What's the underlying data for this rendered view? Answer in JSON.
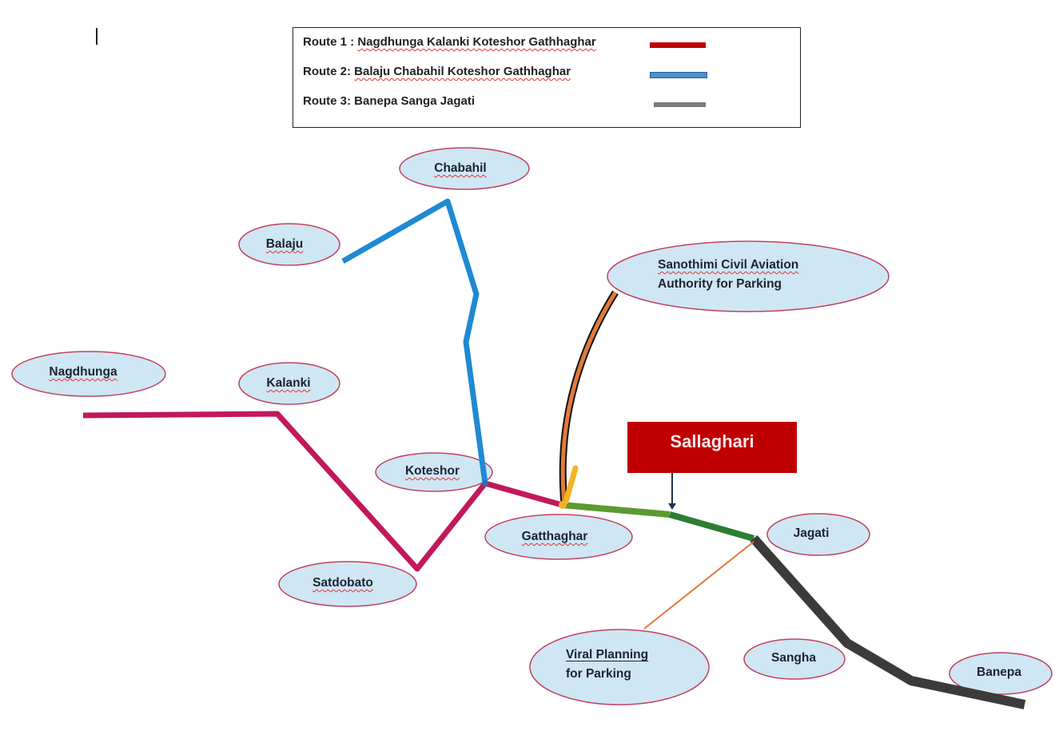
{
  "legend": {
    "routes": [
      {
        "prefix": "Route 1 :",
        "name": "Nagdhunga Kalanki Koteshor Gathhaghar",
        "color": "#c00000"
      },
      {
        "prefix": "Route 2:",
        "name": "Balaju Chabahil Koteshor Gathhaghar",
        "color": "#4a90d0"
      },
      {
        "prefix": "Route 3:",
        "name": "Banepa Sanga Jagati",
        "color": "#7a7a7a"
      }
    ]
  },
  "places": {
    "chabahil": "Chabahil",
    "balaju": "Balaju",
    "sanothimi_line1": "Sanothimi Civil Aviation",
    "sanothimi_line2": "Authority for Parking",
    "nagdhunga": "Nagdhunga",
    "kalanki": "Kalanki",
    "koteshor": "Koteshor",
    "gatthaghar": "Gatthaghar",
    "jagati": "Jagati",
    "satdobato": "Satdobato",
    "viral_line1": "Viral  Planning",
    "viral_line2": "for Parking",
    "sangha": "Sangha",
    "banepa": "Banepa"
  },
  "callout": {
    "label": "Sallaghari",
    "color": "#c00000"
  },
  "line_colors": {
    "route1": "#c2185b",
    "route2": "#1f8ad2",
    "route3": "#3b3b3b",
    "green_light": "#5b9a30",
    "green_dark": "#2e7d32",
    "orange": "#e07b39"
  }
}
